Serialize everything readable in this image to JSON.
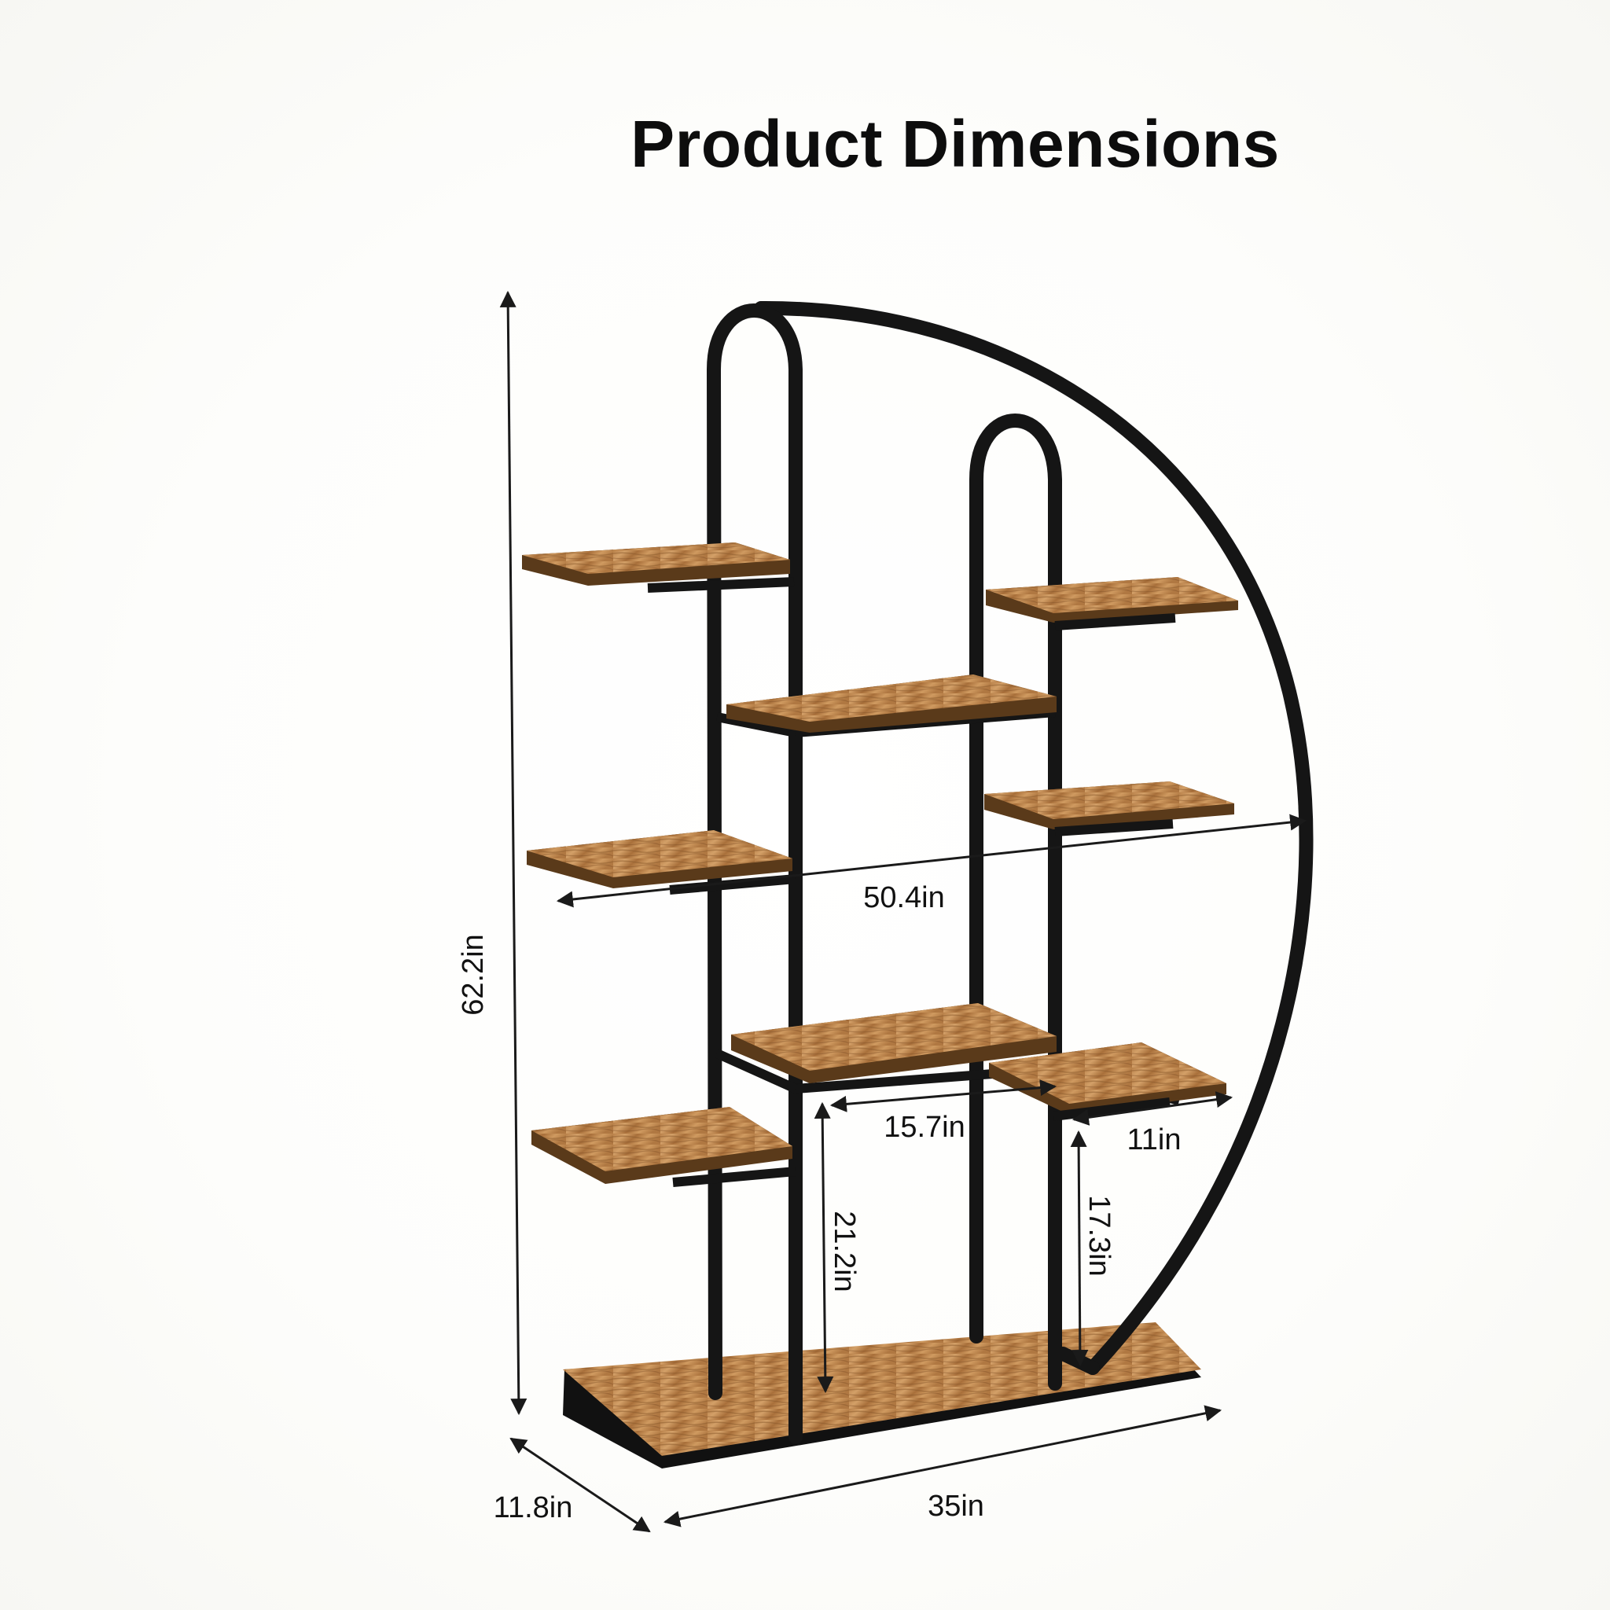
{
  "title": "Product Dimensions",
  "dimensions": {
    "overall_height": "62.2in",
    "arc_width": "50.4in",
    "base_length": "35in",
    "base_depth": "11.8in",
    "inner_shelf_width": "15.7in",
    "side_shelf_width": "11in",
    "left_clearance_height": "21.2in",
    "right_clearance_height": "17.3in"
  },
  "colors": {
    "frame": "#151515",
    "wood_light": "#c9935a",
    "wood_dark": "#8a5a2b",
    "text": "#111111"
  }
}
